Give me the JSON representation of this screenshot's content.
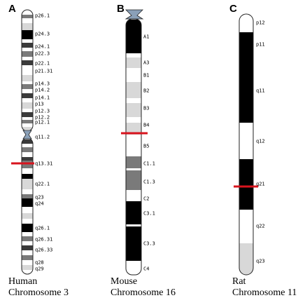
{
  "panels": [
    {
      "letter": "A",
      "caption_line1": "Human",
      "caption_line2": "Chromosome 3",
      "labels": [
        "p26.1",
        "p24.3",
        "p24.1",
        "p22.3",
        "p22.1",
        "p21.31",
        "p14.3",
        "p14.2",
        "p14.1",
        "p13",
        "p12.3",
        "p12.2",
        "p12.1",
        "q11.2",
        "q13.31",
        "q22.1",
        "q23",
        "q24",
        "q26.1",
        "q26.31",
        "q26.33",
        "q28",
        "q29"
      ]
    },
    {
      "letter": "B",
      "caption_line1": "Mouse",
      "caption_line2": "Chromosome 16",
      "labels": [
        "A1",
        "A3",
        "B1",
        "B2",
        "B3",
        "B4",
        "B5",
        "C1.1",
        "C1.3",
        "C2",
        "C3.1",
        "C3.3",
        "C4"
      ]
    },
    {
      "letter": "C",
      "caption_line1": "Rat",
      "caption_line2": "Chromosome 11",
      "labels": [
        "p12",
        "p11",
        "q11",
        "q12",
        "q21",
        "q22",
        "q23"
      ]
    }
  ],
  "colors": {
    "black": "#000000",
    "dark": "#3a3a3a",
    "mid": "#7a7a7a",
    "light": "#b4b4b4",
    "pale": "#d8d8d8",
    "white": "#ffffff",
    "centromere": "#8aa0b8",
    "marker": "#d8141e"
  }
}
